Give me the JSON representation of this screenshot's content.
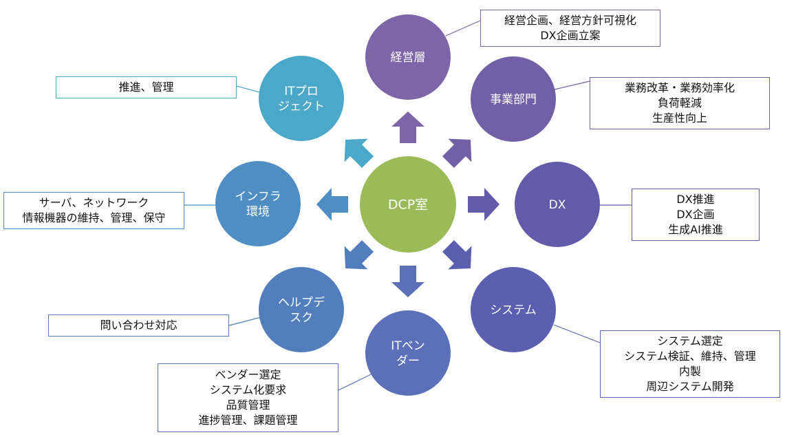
{
  "hub": {
    "label": "DCP室",
    "color": "#9BBB59"
  },
  "nodes": [
    {
      "id": "management",
      "label_lines": [
        "経営層"
      ],
      "color": "#7E64A8",
      "description": [
        "経営企画、経営方針可視化",
        "DX企画立案"
      ]
    },
    {
      "id": "business-dept",
      "label_lines": [
        "事業部門"
      ],
      "color": "#725FA8",
      "description": [
        "業務改革・業務効率化",
        "負荷軽減",
        "生産性向上"
      ]
    },
    {
      "id": "dx",
      "label_lines": [
        "DX"
      ],
      "color": "#645AAA",
      "description": [
        "DX推進",
        "DX企画",
        "生成AI推進"
      ]
    },
    {
      "id": "system",
      "label_lines": [
        "システム"
      ],
      "color": "#5A5FB0",
      "description": [
        "システム選定",
        "システム検証、維持、管理",
        "内製",
        "周辺システム開発"
      ]
    },
    {
      "id": "it-vendor",
      "label_lines": [
        "ITベン",
        "ダー"
      ],
      "color": "#5B70B8",
      "description": [
        "ベンダー選定",
        "システム化要求",
        "品質管理",
        "進捗管理、課題管理"
      ]
    },
    {
      "id": "helpdesk",
      "label_lines": [
        "ヘルプデ",
        "スク"
      ],
      "color": "#527EBE",
      "description": [
        "問い合わせ対応"
      ]
    },
    {
      "id": "infrastructure",
      "label_lines": [
        "インフラ",
        "環境"
      ],
      "color": "#4E8EC3",
      "description": [
        "サーバ、ネットワーク",
        "情報機器の維持、管理、保守"
      ]
    },
    {
      "id": "it-project",
      "label_lines": [
        "ITプロ",
        "ジェクト"
      ],
      "color": "#4BA8C8",
      "description": [
        "推進、管理"
      ]
    }
  ]
}
